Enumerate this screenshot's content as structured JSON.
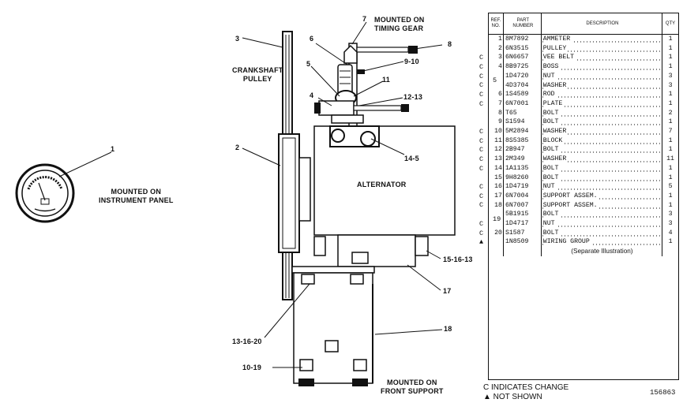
{
  "labels": {
    "mounted_on_timing_gear": "MOUNTED ON\nTIMING GEAR",
    "crankshaft_pulley": "CRANKSHAFT\nPULLEY",
    "alternator": "ALTERNATOR",
    "mounted_on_instrument_panel": "MOUNTED ON\nINSTRUMENT PANEL",
    "mounted_on_front_support": "MOUNTED ON\nFRONT SUPPORT"
  },
  "callouts": {
    "c1": "1",
    "c2": "2",
    "c3": "3",
    "c4": "4",
    "c5": "5",
    "c6": "6",
    "c7": "7",
    "c8": "8",
    "c9_10": "9-10",
    "c11": "11",
    "c12_13": "12-13",
    "c14_5": "14-5",
    "c15_16_13": "15-16-13",
    "c17": "17",
    "c18": "18",
    "c13_16_20": "13-16-20",
    "c10_19": "10-19"
  },
  "table": {
    "headers": {
      "ref": "REF.\nNO.",
      "part": "PART\nNUMBER",
      "desc": "DESCRIPTION",
      "qty": "QTY"
    },
    "rows": [
      {
        "flag": "",
        "ref": "1",
        "part": "8M7892",
        "desc": "AMMETER",
        "qty": "1"
      },
      {
        "flag": "",
        "ref": "2",
        "part": "6N3515",
        "desc": "PULLEY",
        "qty": "1"
      },
      {
        "flag": "C",
        "ref": "3",
        "part": "6N6657",
        "desc": "VEE BELT",
        "qty": "1"
      },
      {
        "flag": "C",
        "ref": "4",
        "part": "8B9725",
        "desc": "BOSS",
        "qty": "1"
      },
      {
        "flag": "C",
        "ref": "",
        "part": "1D4720",
        "desc": "NUT",
        "qty": "3"
      },
      {
        "flag": "C",
        "ref": "",
        "part": "4D3704",
        "desc": "WASHER",
        "qty": "3"
      },
      {
        "flag": "C",
        "ref": "6",
        "part": "1S4589",
        "desc": "ROD",
        "qty": "1"
      },
      {
        "flag": "C",
        "ref": "7",
        "part": "6N7001",
        "desc": "PLATE",
        "qty": "1"
      },
      {
        "flag": "",
        "ref": "8",
        "part": "T65",
        "desc": "BOLT",
        "qty": "2"
      },
      {
        "flag": "",
        "ref": "9",
        "part": "S1594",
        "desc": "BOLT",
        "qty": "1"
      },
      {
        "flag": "C",
        "ref": "10",
        "part": "5M2894",
        "desc": "WASHER",
        "qty": "7"
      },
      {
        "flag": "C",
        "ref": "11",
        "part": "8S5385",
        "desc": "BLOCK",
        "qty": "1"
      },
      {
        "flag": "C",
        "ref": "12",
        "part": "2B947",
        "desc": "BOLT",
        "qty": "1"
      },
      {
        "flag": "C",
        "ref": "13",
        "part": "2M349",
        "desc": "WASHER",
        "qty": "11"
      },
      {
        "flag": "C",
        "ref": "14",
        "part": "1A1135",
        "desc": "BOLT",
        "qty": "1"
      },
      {
        "flag": "",
        "ref": "15",
        "part": "9H8260",
        "desc": "BOLT",
        "qty": "1"
      },
      {
        "flag": "C",
        "ref": "16",
        "part": "1D4719",
        "desc": "NUT",
        "qty": "5"
      },
      {
        "flag": "C",
        "ref": "17",
        "part": "6N7004",
        "desc": "SUPPORT ASSEM.",
        "qty": "1"
      },
      {
        "flag": "C",
        "ref": "18",
        "part": "6N7007",
        "desc": "SUPPORT ASSEM.",
        "qty": "1"
      },
      {
        "flag": "",
        "ref": "",
        "part": "5B1915",
        "desc": "BOLT",
        "qty": "3"
      },
      {
        "flag": "C",
        "ref": "",
        "part": "1D4717",
        "desc": "NUT",
        "qty": "3"
      },
      {
        "flag": "C",
        "ref": "20",
        "part": "S1587",
        "desc": "BOLT",
        "qty": "4"
      },
      {
        "flag": "▲",
        "ref": "",
        "part": "1N8509",
        "desc": "WIRING GROUP",
        "qty": "1"
      },
      {
        "flag": "",
        "ref": "",
        "part": "",
        "desc": "(Separate Illustration)",
        "qty": ""
      }
    ],
    "merged_refs": {
      "r5": "5",
      "r19": "19"
    }
  },
  "notes": {
    "c_indicates": "C INDICATES CHANGE",
    "not_shown": "▲ NOT SHOWN",
    "catalog_number": "156863"
  }
}
